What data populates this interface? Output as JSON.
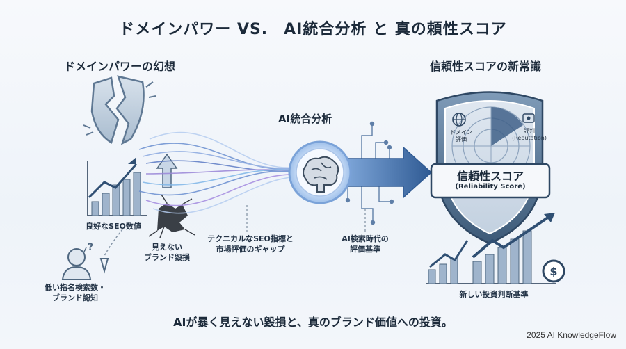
{
  "title": "ドメインパワー VS.　AI統合分析 と 真の頼性スコア",
  "left": {
    "heading": "ドメインパワーの幻想",
    "seo_label": "良好なSEO数値",
    "hidden_damage": [
      "見えない",
      "ブランド毀損"
    ],
    "low_search": [
      "低い指名検索数・",
      "ブランド認知"
    ],
    "question_mark": "?"
  },
  "center": {
    "heading": "AI統合分析",
    "gap_label": [
      "テクニカルなSEO指標と",
      "市場評価のギャップ"
    ],
    "ai_label": [
      "AI検索時代の",
      "評価基準"
    ]
  },
  "right": {
    "heading": "信頼性スコアの新常識",
    "domain_eval": [
      "ドメイン",
      "評価"
    ],
    "reputation": [
      "評判",
      "(Reputation)"
    ],
    "score_title": "信頼性スコア",
    "score_subtitle": "(Reliability Score)",
    "invest_label": "新しい投資判断基準",
    "dollar": "$"
  },
  "footer": "AIが暴く見えない毀損と、真のブランド価値への投資。",
  "credit": "2025 AI KnowledgeFlow"
}
